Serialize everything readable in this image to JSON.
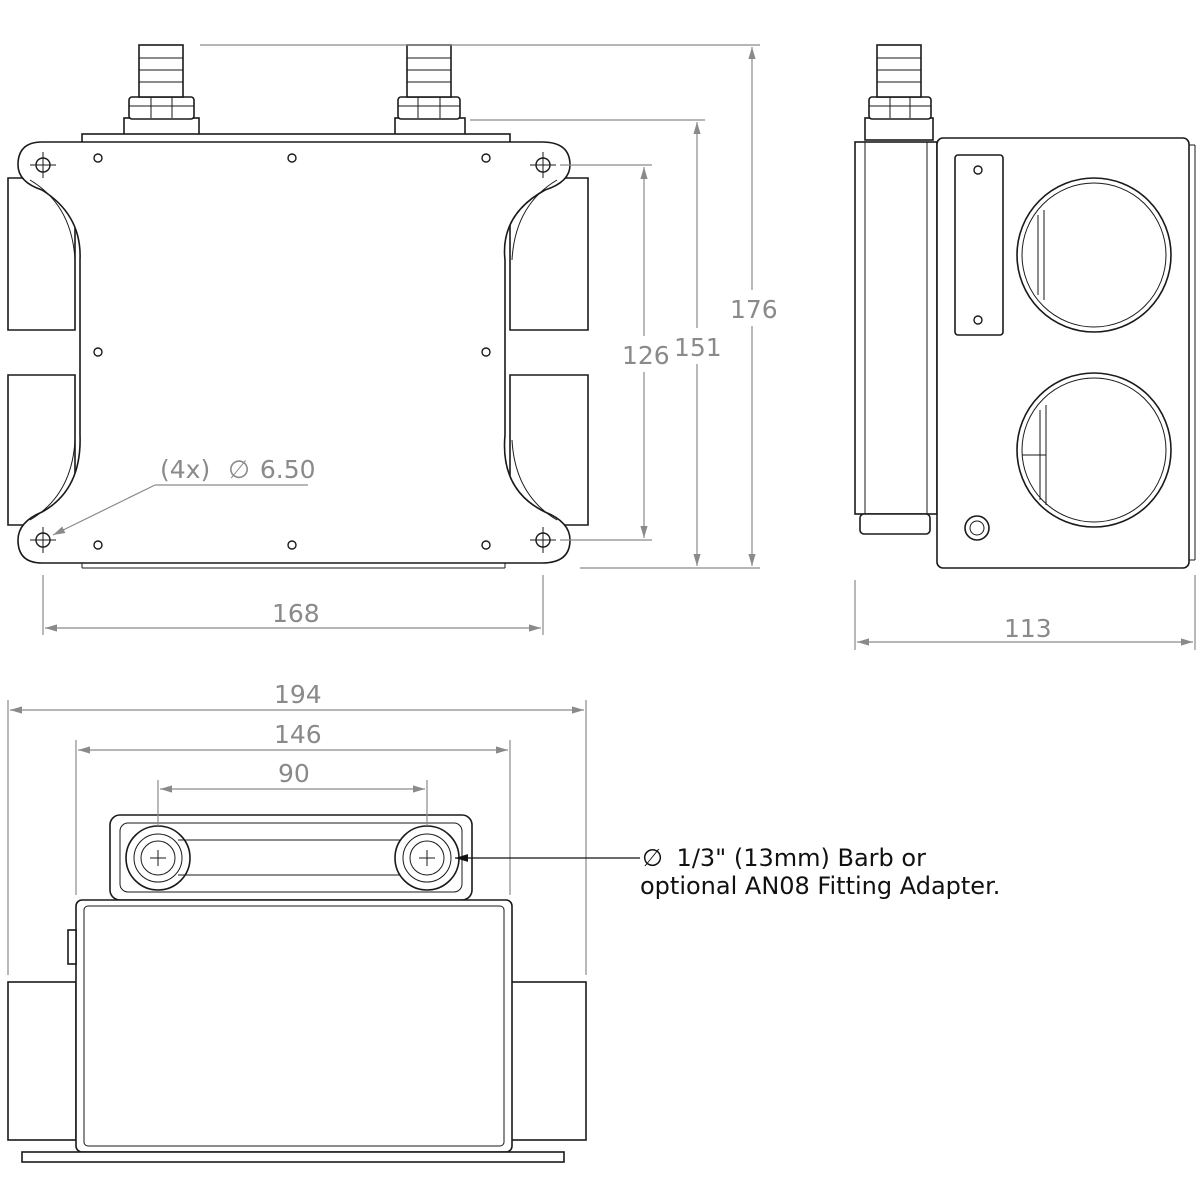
{
  "dimensions": {
    "front_height_overall": "176",
    "front_height_body": "151",
    "front_hole_spacing_vertical": "126",
    "front_hole_spacing_horizontal": "168",
    "side_depth": "113",
    "bottom_overall_width": "194",
    "bottom_body_width": "146",
    "bottom_port_spacing": "90"
  },
  "hole_callout": {
    "count": "(4x)",
    "diameter_symbol": "∅",
    "diameter": "6.50"
  },
  "port_callout": {
    "diameter_symbol": "∅",
    "line1": "1/3\" (13mm) Barb or",
    "line2": "optional AN08 Fitting Adapter."
  },
  "colors": {
    "outline": "#1a1a1a",
    "dimension": "#8a8a8a",
    "note": "#111111"
  }
}
